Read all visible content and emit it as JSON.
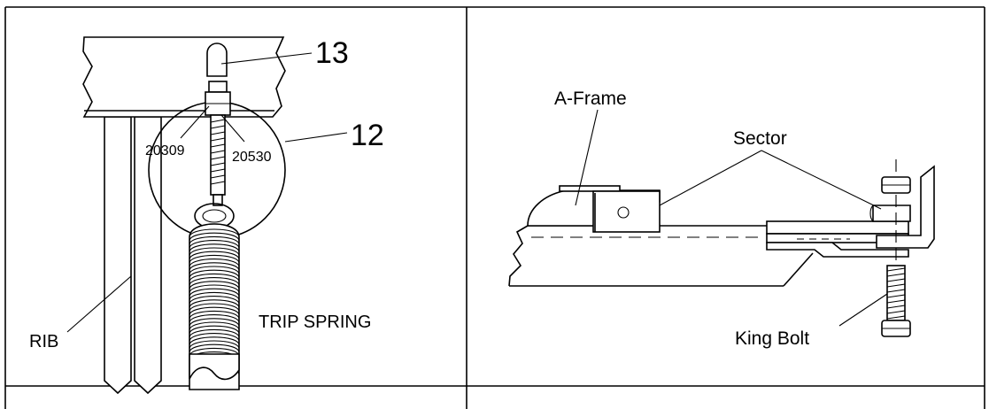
{
  "left_panel": {
    "callouts": {
      "part_13": "13",
      "part_12": "12",
      "part_20309": "20309",
      "part_20530": "20530",
      "rib": "RIB",
      "trip_spring": "TRIP SPRING"
    }
  },
  "right_panel": {
    "callouts": {
      "a_frame": "A-Frame",
      "sector": "Sector",
      "king_bolt": "King Bolt"
    }
  }
}
